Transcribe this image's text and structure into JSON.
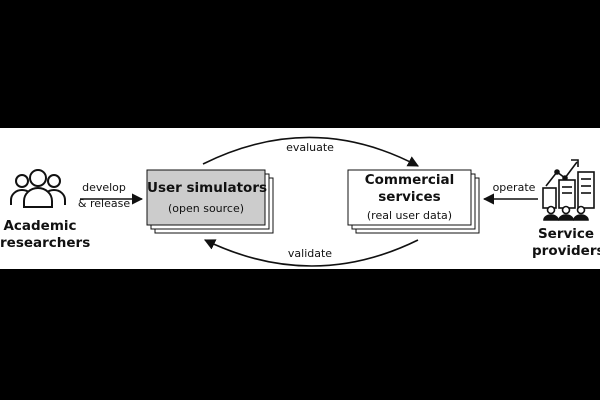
{
  "actors": {
    "left": {
      "line1": "Academic",
      "line2": "researchers",
      "icon": "people-group-icon"
    },
    "right": {
      "line1": "Service",
      "line2": "providers",
      "icon": "company-buildings-icon"
    }
  },
  "boxes": {
    "simulators": {
      "title": "User simulators",
      "subtitle": "(open source)",
      "fill": "#cccccc"
    },
    "commercial": {
      "title_line1": "Commercial",
      "title_line2": "services",
      "subtitle": "(real user data)",
      "fill": "#ffffff"
    }
  },
  "arrows": {
    "develop_line1": "develop",
    "develop_line2": "& release",
    "evaluate": "evaluate",
    "validate": "validate",
    "operate": "operate"
  }
}
